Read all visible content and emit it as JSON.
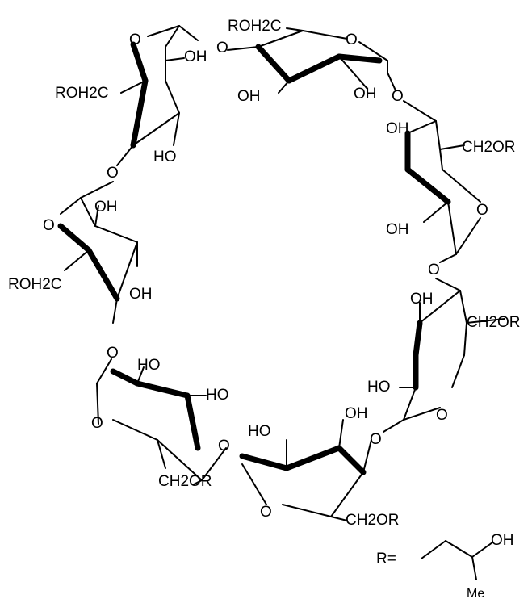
{
  "structure": {
    "labels": [
      {
        "id": "ring1-o",
        "text": "O"
      },
      {
        "id": "ring1-oh",
        "text": "OH"
      },
      {
        "id": "ring1-ch2or",
        "text": "ROH2C"
      },
      {
        "id": "ring1-oh2",
        "text": "HO"
      },
      {
        "id": "link1",
        "text": "O"
      },
      {
        "id": "ring2-o",
        "text": "O"
      },
      {
        "id": "ring2-oh",
        "text": "OH"
      },
      {
        "id": "ring2-ch2or",
        "text": "ROH2C"
      },
      {
        "id": "ring2-oh2",
        "text": "OH"
      },
      {
        "id": "link2",
        "text": "O"
      },
      {
        "id": "ring3-o",
        "text": "O"
      },
      {
        "id": "ring3-oh",
        "text": "OH"
      },
      {
        "id": "ring3-oh2",
        "text": "OH"
      },
      {
        "id": "ring3-ch2or",
        "text": "CH2OR"
      },
      {
        "id": "link3",
        "text": "O"
      },
      {
        "id": "ring4-o",
        "text": "O"
      },
      {
        "id": "ring4-ho",
        "text": "HO"
      },
      {
        "id": "ring4-oh",
        "text": "OH"
      },
      {
        "id": "ring4-ch2or",
        "text": "CH2OR"
      },
      {
        "id": "link4",
        "text": "O"
      },
      {
        "id": "ring5-o",
        "text": "O"
      },
      {
        "id": "ring5-oh",
        "text": "OH"
      },
      {
        "id": "ring5-ho",
        "text": "HO"
      },
      {
        "id": "ring5-ch2or",
        "text": "CH2OR"
      },
      {
        "id": "link5",
        "text": "O"
      },
      {
        "id": "ring6-o",
        "text": "O"
      },
      {
        "id": "ring6-ho",
        "text": "HO"
      },
      {
        "id": "ring6-ch2or",
        "text": "CH2OR"
      },
      {
        "id": "link6",
        "text": "O"
      },
      {
        "id": "ring7-o",
        "text": "O"
      },
      {
        "id": "ring7-ch2or",
        "text": "ROH2C"
      },
      {
        "id": "ring7-ho",
        "text": "HO"
      },
      {
        "id": "ring7-oh",
        "text": "OH"
      },
      {
        "id": "link7",
        "text": "O"
      },
      {
        "id": "ring7-oh2",
        "text": "OH"
      }
    ],
    "r_group": {
      "prefix": "R=",
      "oh": "OH",
      "me": "Me"
    }
  }
}
